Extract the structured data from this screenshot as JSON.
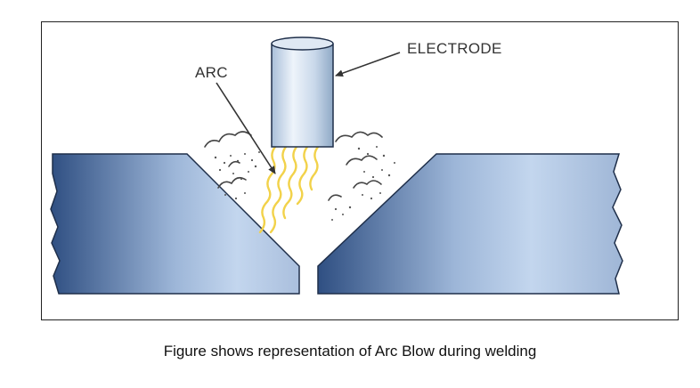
{
  "labels": {
    "electrode": "ELECTRODE",
    "arc": "ARC"
  },
  "caption": "Figure shows representation of Arc Blow during welding",
  "colors": {
    "plate_dark": "#2f4f82",
    "plate_light": "#c3d6ee",
    "electrode_light": "#eef4fb",
    "electrode_dark": "#8fa9c6",
    "arc": "#f2d24a",
    "outline": "#1f2f4a"
  }
}
